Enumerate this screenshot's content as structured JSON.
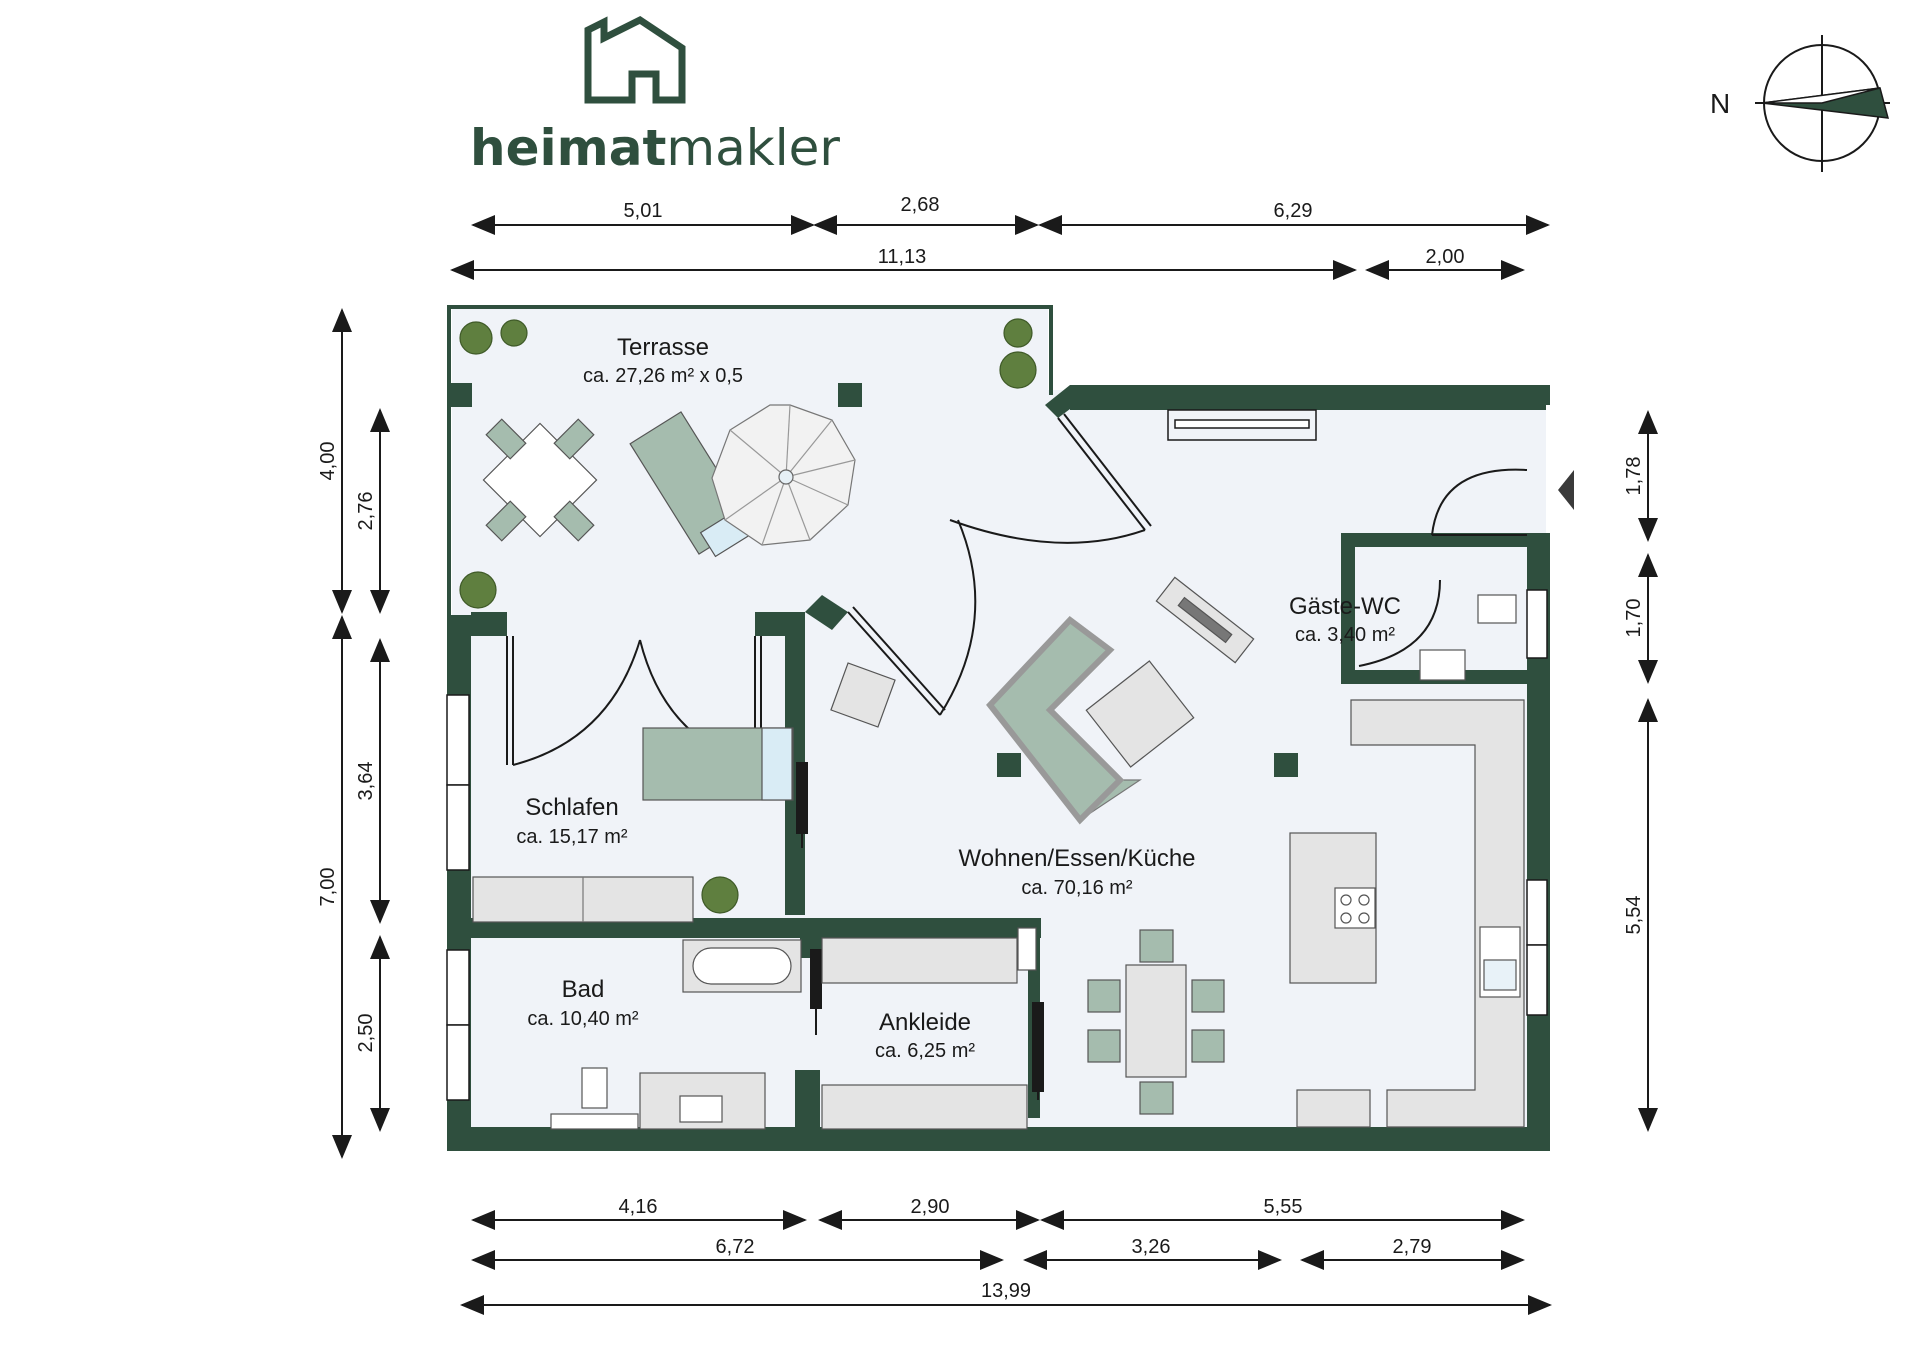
{
  "brand": {
    "name_bold": "heimat",
    "name_regular": "makler",
    "logo_icon": "house-icon",
    "color": "#2f4f3e"
  },
  "compass": {
    "label": "N",
    "icon": "compass-rose-icon"
  },
  "rooms": {
    "terrasse": {
      "name": "Terrasse",
      "area": "ca. 27,26 m² x 0,5"
    },
    "schlafen": {
      "name": "Schlafen",
      "area": "ca. 15,17 m²"
    },
    "wohnen": {
      "name": "Wohnen/Essen/Küche",
      "area": "ca. 70,16 m²"
    },
    "gaeste_wc": {
      "name": "Gäste-WC",
      "area": "ca. 3,40 m²"
    },
    "bad": {
      "name": "Bad",
      "area": "ca. 10,40 m²"
    },
    "ankleide": {
      "name": "Ankleide",
      "area": "ca. 6,25 m²"
    }
  },
  "dimensions": {
    "top_row1": [
      "5,01",
      "2,68",
      "6,29"
    ],
    "top_row2": [
      "11,13",
      "2,00"
    ],
    "left_outer": [
      "4,00",
      "7,00"
    ],
    "left_inner": [
      "2,76",
      "3,64",
      "2,50"
    ],
    "right": [
      "1,78",
      "1,70",
      "5,54"
    ],
    "bottom_row1": [
      "4,16",
      "2,90",
      "5,55"
    ],
    "bottom_row2": [
      "6,72",
      "3,26",
      "2,79"
    ],
    "bottom_row3": [
      "13,99"
    ]
  },
  "colors": {
    "wall": "#2f4f3e",
    "floor": "#f0f3f8",
    "furniture": "#a5bcae",
    "furniture_light": "#e4e4e4"
  }
}
